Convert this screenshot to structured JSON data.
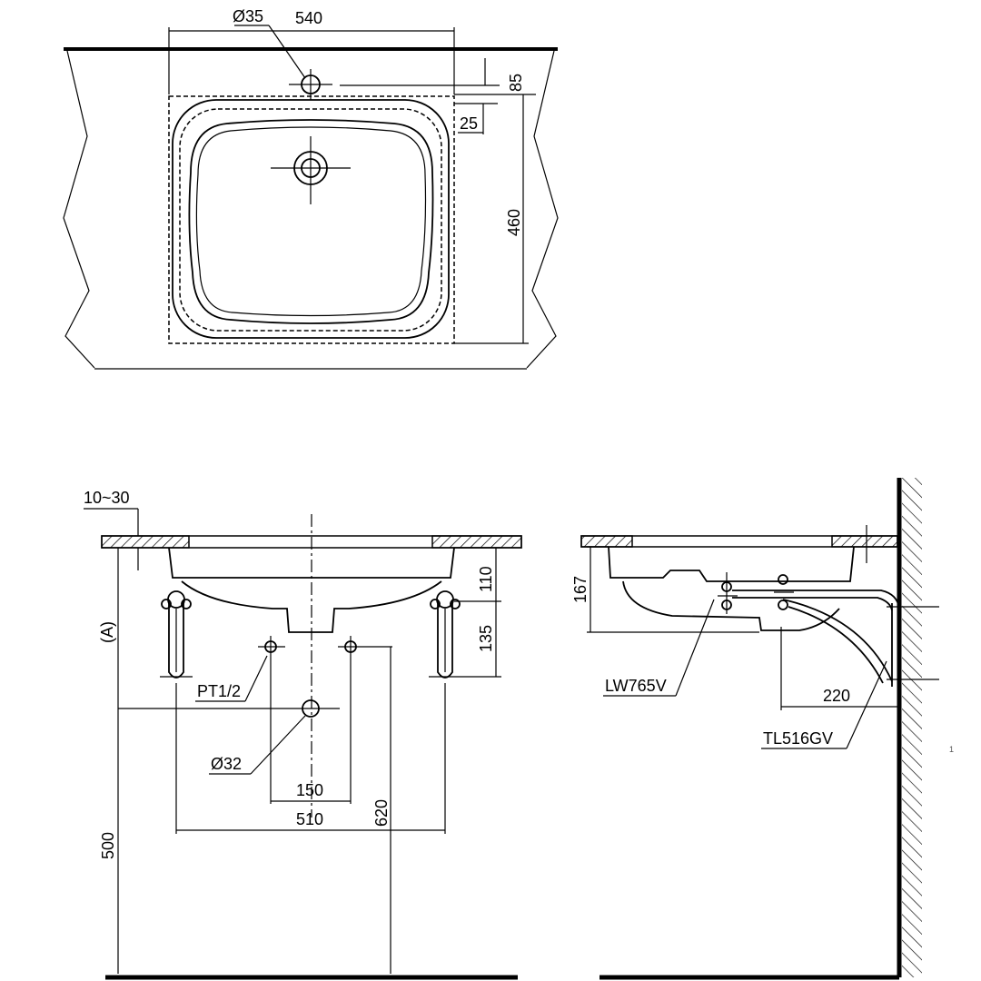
{
  "top_view": {
    "dim_hole_dia": "Ø35",
    "dim_width": "540",
    "dim_hole_offset": "85",
    "dim_rim": "25",
    "dim_depth": "460"
  },
  "front_view": {
    "dim_counter_thickness": "10~30",
    "dim_bowl_height": "110",
    "dim_bracket_height": "135",
    "dim_a": "(A)",
    "label_supply_thread": "PT1/2",
    "label_drain_dia": "Ø32",
    "dim_supply_spacing": "150",
    "dim_bracket_spacing": "510",
    "dim_floor_to_supply": "620",
    "dim_floor_to_drain": "500"
  },
  "side_view": {
    "dim_side_height": "167",
    "label_drain_part": "LW765V",
    "dim_bracket_reach": "220",
    "label_bracket_part": "TL516GV"
  },
  "page_marker": "1"
}
